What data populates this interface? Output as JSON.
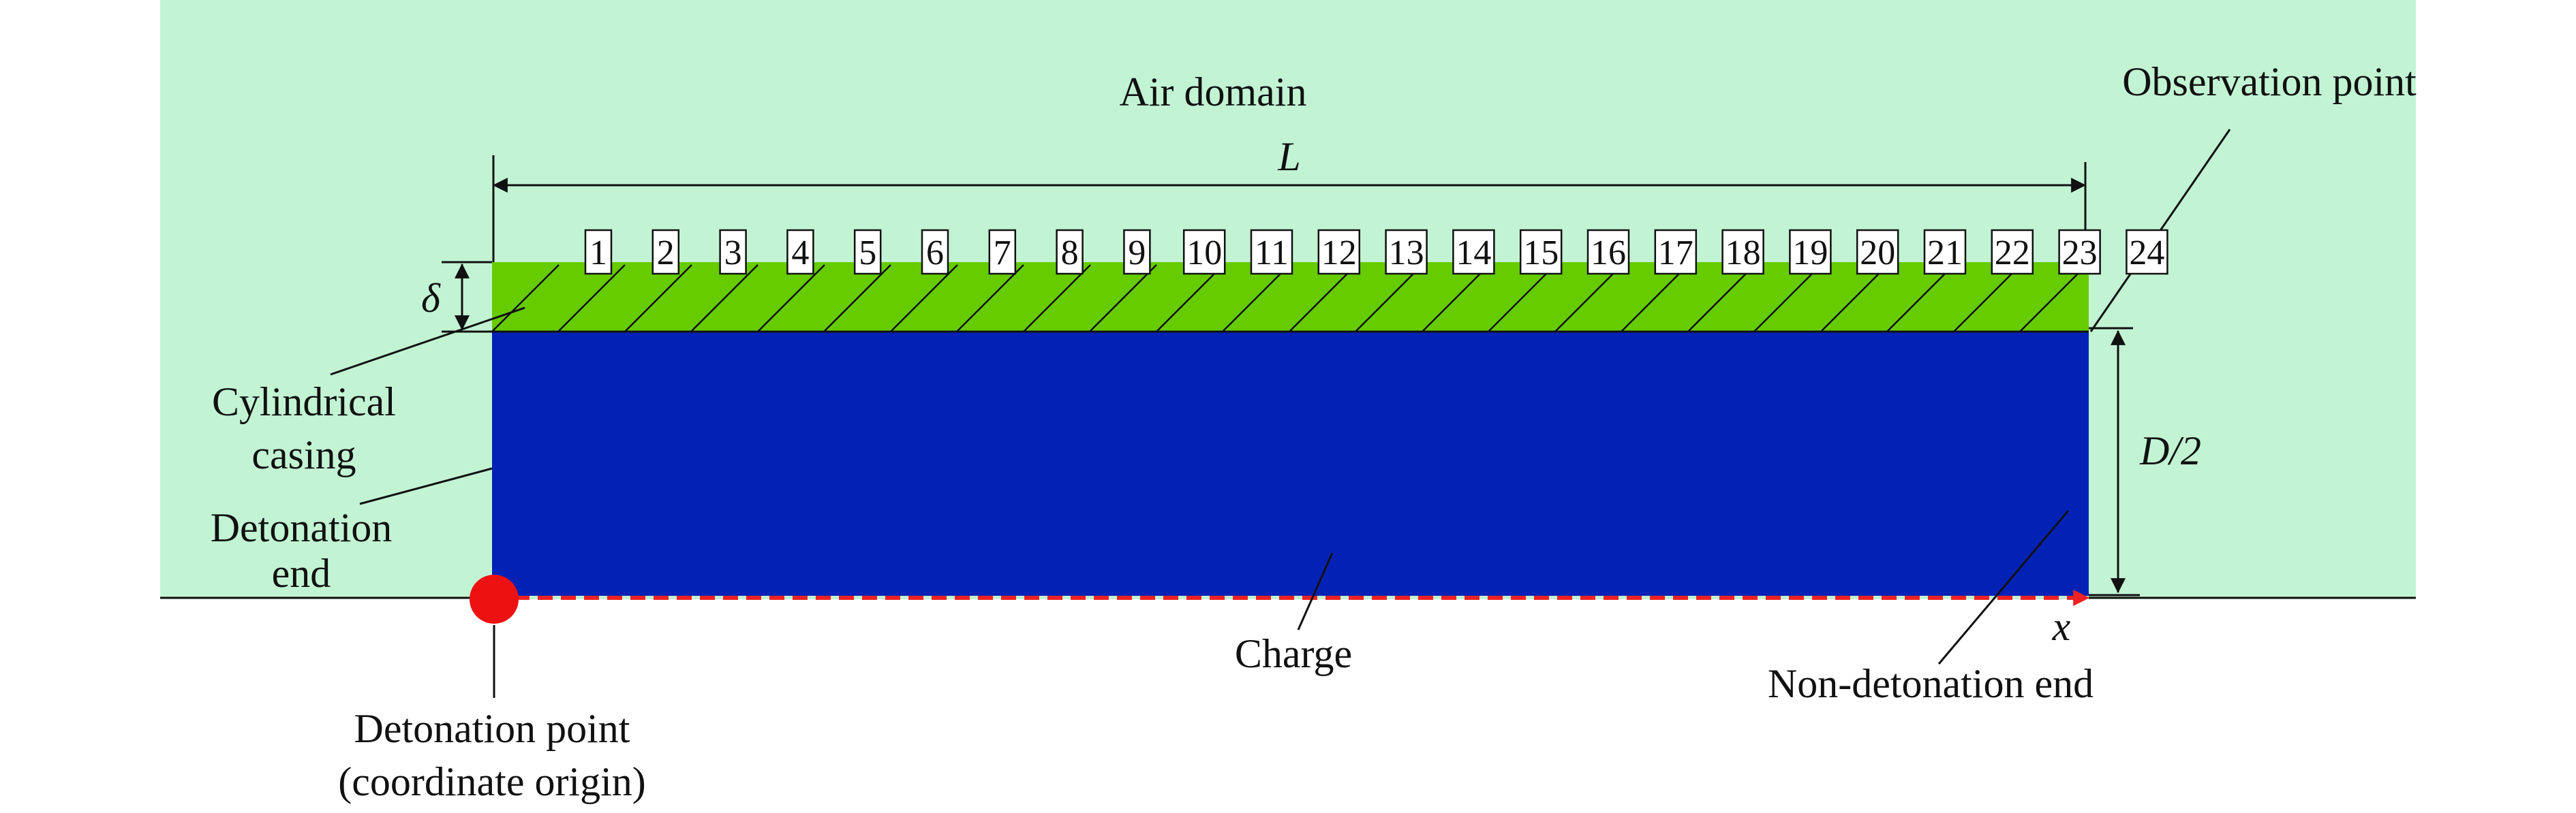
{
  "labels": {
    "air_domain": "Air domain",
    "length_symbol": "L",
    "observation_point": "Observation point",
    "casing_thickness_symbol": "δ",
    "cylindrical_casing_line1": "Cylindrical",
    "cylindrical_casing_line2": "casing",
    "detonation_end_line1": "Detonation",
    "detonation_end_line2": "end",
    "half_diameter_symbol": "D/2",
    "charge": "Charge",
    "x_axis_symbol": "x",
    "non_detonation_end": "Non-detonation end",
    "detonation_point_line1": "Detonation point",
    "detonation_point_line2": "(coordinate origin)"
  },
  "observation_points": [
    "1",
    "2",
    "3",
    "4",
    "5",
    "6",
    "7",
    "8",
    "9",
    "10",
    "11",
    "12",
    "13",
    "14",
    "15",
    "16",
    "17",
    "18",
    "19",
    "20",
    "21",
    "22",
    "23",
    "24"
  ],
  "colors": {
    "air": "#c2f4d4",
    "casing": "#66cc00",
    "charge": "#0222b6",
    "detonation_point": "#ee1111",
    "axis_arrow": "#ee2222",
    "line": "#111111"
  }
}
